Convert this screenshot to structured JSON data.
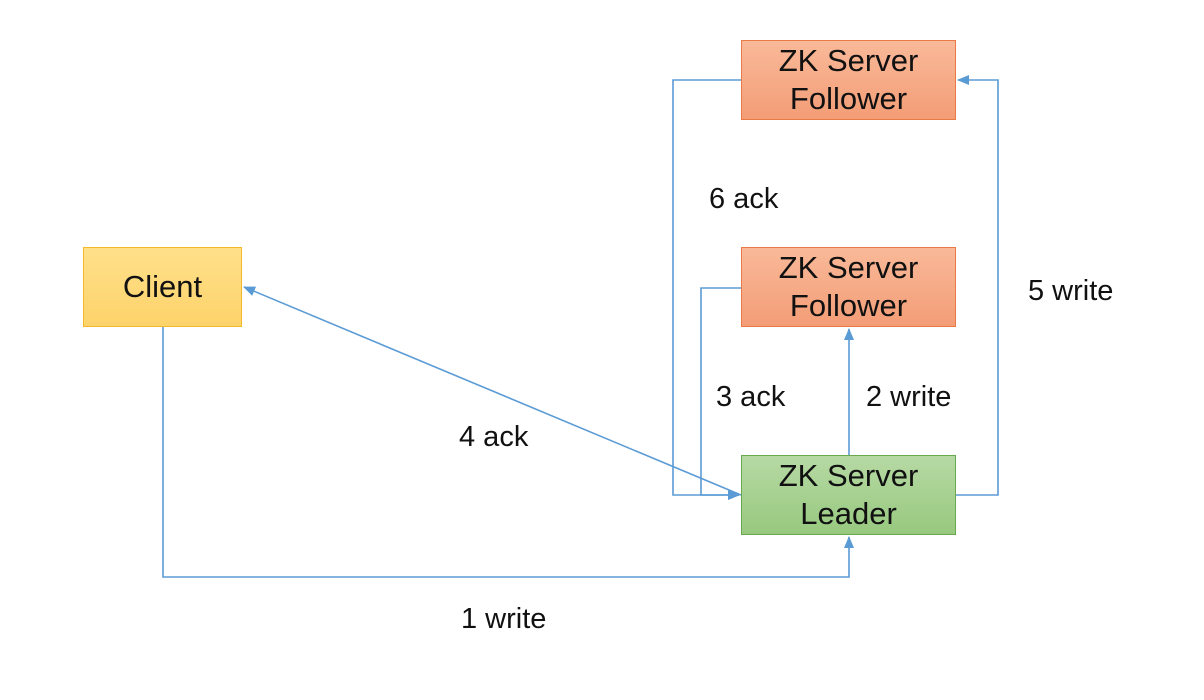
{
  "nodes": {
    "client": {
      "label": "Client"
    },
    "follower_top": {
      "line1": "ZK Server",
      "line2": "Follower"
    },
    "follower_mid": {
      "line1": "ZK Server",
      "line2": "Follower"
    },
    "leader": {
      "line1": "ZK Server",
      "line2": "Leader"
    }
  },
  "edges": {
    "write1": "1 write",
    "write2": "2 write",
    "ack3": "3 ack",
    "ack4": "4 ack",
    "write5": "5 write",
    "ack6": "6 ack"
  },
  "colors": {
    "line": "#5b9bd5",
    "client_fill": "#fdd36b",
    "follower_fill": "#f4a582",
    "leader_fill": "#a9d18e"
  }
}
